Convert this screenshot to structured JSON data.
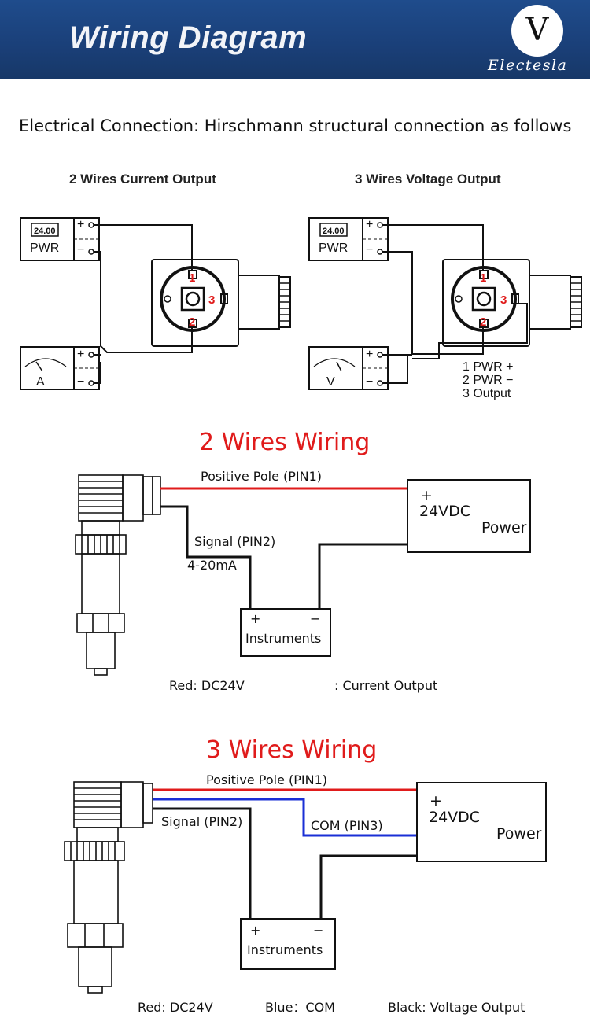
{
  "header": {
    "title": "Wiring Diagram",
    "logo_letter": "V",
    "logo_text": "Electesla",
    "background_color": "#1a3f78"
  },
  "subtitle": "Electrical Connection: Hirschmann structural connection as follows",
  "top_diagrams": {
    "left": {
      "title": "2 Wires Current Output",
      "supply_display": "24.00",
      "supply_label": "PWR",
      "meter_label": "A",
      "plus": "+",
      "minus": "−",
      "pins": [
        "1",
        "2",
        "3"
      ]
    },
    "right": {
      "title": "3 Wires Voltage Output",
      "supply_display": "24.00",
      "supply_label": "PWR",
      "meter_label": "V",
      "plus": "+",
      "minus": "−",
      "pins": [
        "1",
        "2",
        "3"
      ],
      "legend": [
        "1 PWR +",
        "2 PWR −",
        "3 Output"
      ]
    }
  },
  "two_wire": {
    "title": "2 Wires Wiring",
    "positive_label": "Positive Pole (PIN1)",
    "signal_label": "Signal (PIN2)",
    "current_label": "4-20mA",
    "power_plus": "+",
    "power_voltage": "24VDC",
    "power_label": "Power",
    "instr_plus": "+",
    "instr_minus": "−",
    "instr_label": "Instruments",
    "legend_red": "Red: DC24V",
    "legend_black": ": Current Output"
  },
  "three_wire": {
    "title": "3 Wires Wiring",
    "positive_label": "Positive Pole (PIN1)",
    "signal_label": "Signal (PIN2)",
    "com_label": "COM (PIN3)",
    "power_plus": "+",
    "power_voltage": "24VDC",
    "power_label": "Power",
    "instr_plus": "+",
    "instr_minus": "−",
    "instr_label": "Instruments",
    "legend_red": "Red: DC24V",
    "legend_blue": "Blue：COM",
    "legend_black": "Black: Voltage Output"
  },
  "colors": {
    "red_wire": "#e01b1b",
    "blue_wire": "#1a2fd6",
    "black_wire": "#111111"
  }
}
